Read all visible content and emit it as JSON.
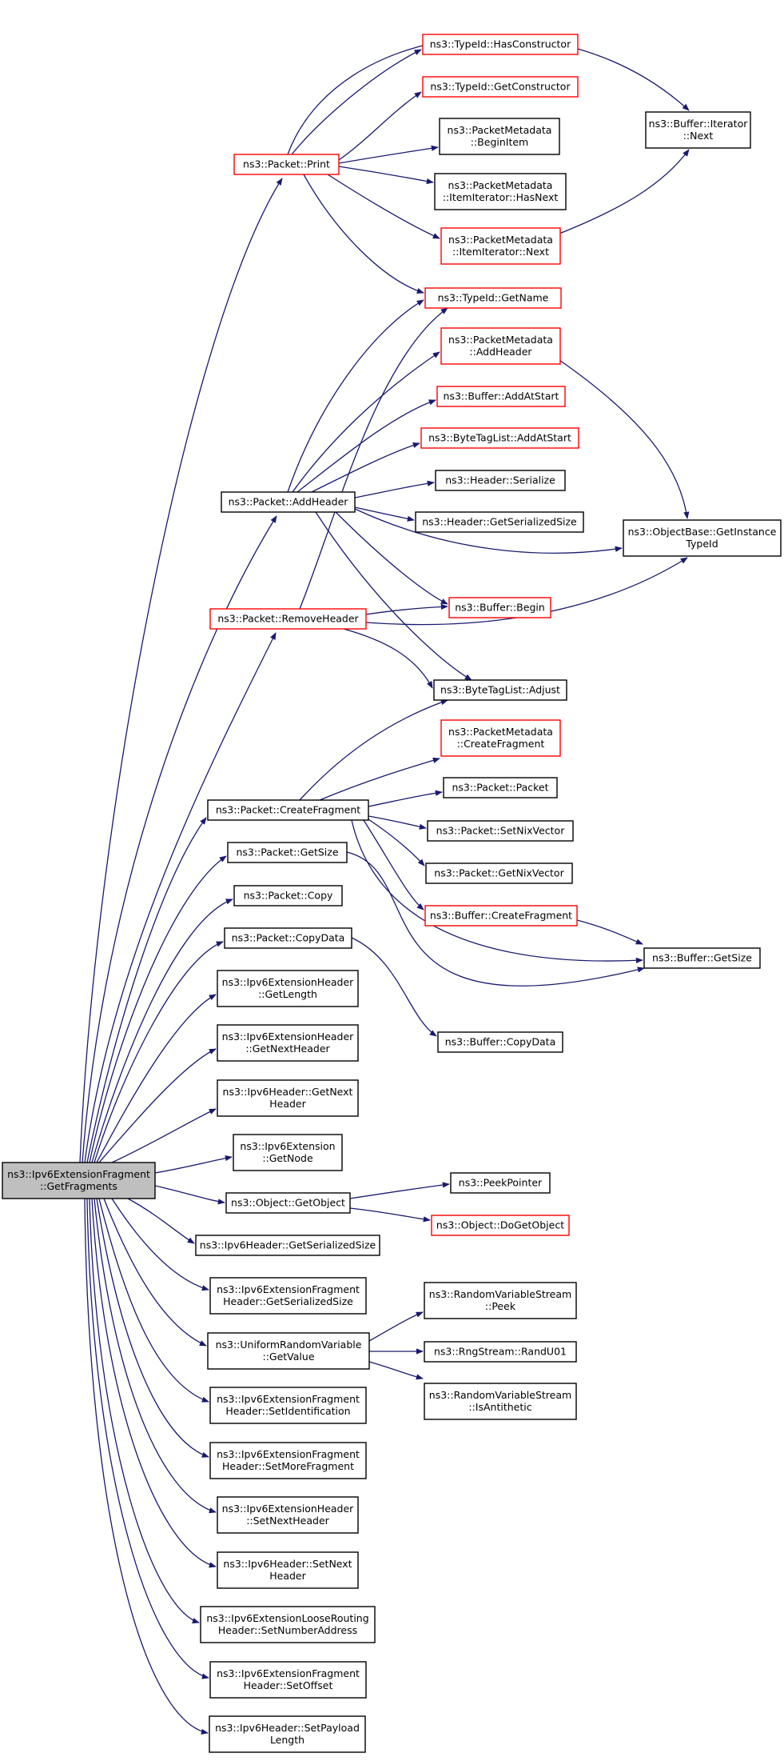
{
  "colors": {
    "edge": "#191970",
    "box_default": "#000000",
    "box_truncated": "#ff0000",
    "root_fill": "#bfbfbf",
    "box_fill": "#ffffff"
  },
  "nodes": [
    {
      "id": "root",
      "lines": [
        "ns3::Ipv6ExtensionFragment",
        "::GetFragments"
      ],
      "style": "root"
    },
    {
      "id": "packet-print",
      "lines": [
        "ns3::Packet::Print"
      ],
      "style": "red"
    },
    {
      "id": "packet-addheader",
      "lines": [
        "ns3::Packet::AddHeader"
      ],
      "style": "black"
    },
    {
      "id": "packet-removeheader",
      "lines": [
        "ns3::Packet::RemoveHeader"
      ],
      "style": "red"
    },
    {
      "id": "packet-createfragment",
      "lines": [
        "ns3::Packet::CreateFragment"
      ],
      "style": "black"
    },
    {
      "id": "packet-getsize",
      "lines": [
        "ns3::Packet::GetSize"
      ],
      "style": "black"
    },
    {
      "id": "packet-copy",
      "lines": [
        "ns3::Packet::Copy"
      ],
      "style": "black"
    },
    {
      "id": "packet-copydata",
      "lines": [
        "ns3::Packet::CopyData"
      ],
      "style": "black"
    },
    {
      "id": "ipv6exthdr-getlength",
      "lines": [
        "ns3::Ipv6ExtensionHeader",
        "::GetLength"
      ],
      "style": "black"
    },
    {
      "id": "ipv6exthdr-getnextheader",
      "lines": [
        "ns3::Ipv6ExtensionHeader",
        "::GetNextHeader"
      ],
      "style": "black"
    },
    {
      "id": "ipv6hdr-getnextheader",
      "lines": [
        "ns3::Ipv6Header::GetNext",
        "Header"
      ],
      "style": "black"
    },
    {
      "id": "ipv6ext-getnode",
      "lines": [
        "ns3::Ipv6Extension",
        "::GetNode"
      ],
      "style": "black"
    },
    {
      "id": "object-getobject",
      "lines": [
        "ns3::Object::GetObject"
      ],
      "style": "black"
    },
    {
      "id": "ipv6hdr-getserializedsize",
      "lines": [
        "ns3::Ipv6Header::GetSerializedSize"
      ],
      "style": "black"
    },
    {
      "id": "ipv6extfraghdr-getserializedsize",
      "lines": [
        "ns3::Ipv6ExtensionFragment",
        "Header::GetSerializedSize"
      ],
      "style": "black"
    },
    {
      "id": "uniformrv-getvalue",
      "lines": [
        "ns3::UniformRandomVariable",
        "::GetValue"
      ],
      "style": "black"
    },
    {
      "id": "ipv6extfraghdr-setidentification",
      "lines": [
        "ns3::Ipv6ExtensionFragment",
        "Header::SetIdentification"
      ],
      "style": "black"
    },
    {
      "id": "ipv6extfraghdr-setmorefragment",
      "lines": [
        "ns3::Ipv6ExtensionFragment",
        "Header::SetMoreFragment"
      ],
      "style": "black"
    },
    {
      "id": "ipv6exthdr-setnextheader",
      "lines": [
        "ns3::Ipv6ExtensionHeader",
        "::SetNextHeader"
      ],
      "style": "black"
    },
    {
      "id": "ipv6hdr-setnextheader",
      "lines": [
        "ns3::Ipv6Header::SetNext",
        "Header"
      ],
      "style": "black"
    },
    {
      "id": "ipv6extlooserouting-setnumberaddress",
      "lines": [
        "ns3::Ipv6ExtensionLooseRouting",
        "Header::SetNumberAddress"
      ],
      "style": "black"
    },
    {
      "id": "ipv6extfraghdr-setoffset",
      "lines": [
        "ns3::Ipv6ExtensionFragment",
        "Header::SetOffset"
      ],
      "style": "black"
    },
    {
      "id": "ipv6hdr-setpayloadlength",
      "lines": [
        "ns3::Ipv6Header::SetPayload",
        "Length"
      ],
      "style": "black"
    },
    {
      "id": "typeid-hasconstructor",
      "lines": [
        "ns3::TypeId::HasConstructor"
      ],
      "style": "red"
    },
    {
      "id": "typeid-getconstructor",
      "lines": [
        "ns3::TypeId::GetConstructor"
      ],
      "style": "red"
    },
    {
      "id": "pktmeta-beginitem",
      "lines": [
        "ns3::PacketMetadata",
        "::BeginItem"
      ],
      "style": "black"
    },
    {
      "id": "pktmeta-itemiter-hasnext",
      "lines": [
        "ns3::PacketMetadata",
        "::ItemIterator::HasNext"
      ],
      "style": "black"
    },
    {
      "id": "pktmeta-itemiter-next",
      "lines": [
        "ns3::PacketMetadata",
        "::ItemIterator::Next"
      ],
      "style": "red"
    },
    {
      "id": "typeid-getname",
      "lines": [
        "ns3::TypeId::GetName"
      ],
      "style": "red"
    },
    {
      "id": "pktmeta-addheader",
      "lines": [
        "ns3::PacketMetadata",
        "::AddHeader"
      ],
      "style": "red"
    },
    {
      "id": "buffer-addatstart",
      "lines": [
        "ns3::Buffer::AddAtStart"
      ],
      "style": "red"
    },
    {
      "id": "bytetaglist-addatstart",
      "lines": [
        "ns3::ByteTagList::AddAtStart"
      ],
      "style": "red"
    },
    {
      "id": "header-serialize",
      "lines": [
        "ns3::Header::Serialize"
      ],
      "style": "black"
    },
    {
      "id": "header-getserializedsize",
      "lines": [
        "ns3::Header::GetSerializedSize"
      ],
      "style": "black"
    },
    {
      "id": "buffer-begin",
      "lines": [
        "ns3::Buffer::Begin"
      ],
      "style": "red"
    },
    {
      "id": "bytetaglist-adjust",
      "lines": [
        "ns3::ByteTagList::Adjust"
      ],
      "style": "black"
    },
    {
      "id": "pktmeta-createfragment",
      "lines": [
        "ns3::PacketMetadata",
        "::CreateFragment"
      ],
      "style": "red"
    },
    {
      "id": "packet-packet",
      "lines": [
        "ns3::Packet::Packet"
      ],
      "style": "black"
    },
    {
      "id": "packet-setnixvector",
      "lines": [
        "ns3::Packet::SetNixVector"
      ],
      "style": "black"
    },
    {
      "id": "packet-getnixvector",
      "lines": [
        "ns3::Packet::GetNixVector"
      ],
      "style": "black"
    },
    {
      "id": "buffer-createfragment",
      "lines": [
        "ns3::Buffer::CreateFragment"
      ],
      "style": "red"
    },
    {
      "id": "buffer-copydata",
      "lines": [
        "ns3::Buffer::CopyData"
      ],
      "style": "black"
    },
    {
      "id": "peekpointer",
      "lines": [
        "ns3::PeekPointer"
      ],
      "style": "black"
    },
    {
      "id": "object-dogetobject",
      "lines": [
        "ns3::Object::DoGetObject"
      ],
      "style": "red"
    },
    {
      "id": "rvstream-peek",
      "lines": [
        "ns3::RandomVariableStream",
        "::Peek"
      ],
      "style": "black"
    },
    {
      "id": "rngstream-randu01",
      "lines": [
        "ns3::RngStream::RandU01"
      ],
      "style": "black"
    },
    {
      "id": "rvstream-isantithetic",
      "lines": [
        "ns3::RandomVariableStream",
        "::IsAntithetic"
      ],
      "style": "black"
    },
    {
      "id": "buffer-iterator-next",
      "lines": [
        "ns3::Buffer::Iterator",
        "::Next"
      ],
      "style": "black"
    },
    {
      "id": "objectbase-getinstancetypeid",
      "lines": [
        "ns3::ObjectBase::GetInstance",
        "TypeId"
      ],
      "style": "black"
    },
    {
      "id": "buffer-getsize",
      "lines": [
        "ns3::Buffer::GetSize"
      ],
      "style": "black"
    }
  ]
}
